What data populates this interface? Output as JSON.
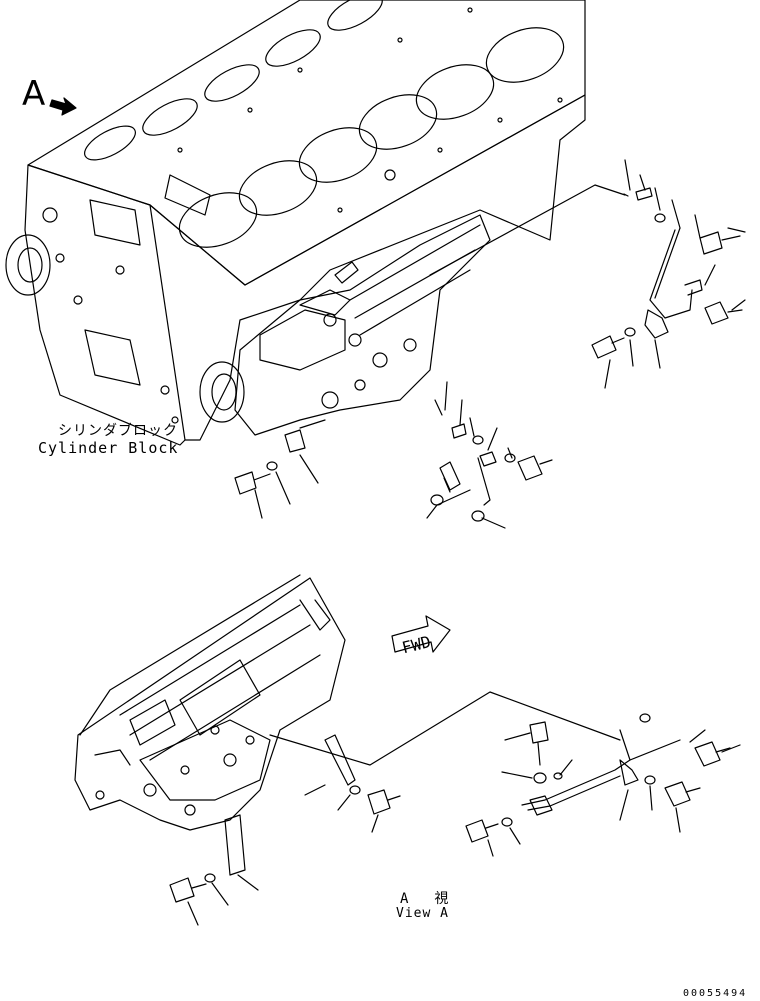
{
  "labels": {
    "view_letter": "A",
    "cylinder_block_jp": "シリンダブロック",
    "cylinder_block_en": "Cylinder Block",
    "view_jp": "A　視",
    "view_en": "View A",
    "fwd": "FWD",
    "document_number": "00055494"
  }
}
